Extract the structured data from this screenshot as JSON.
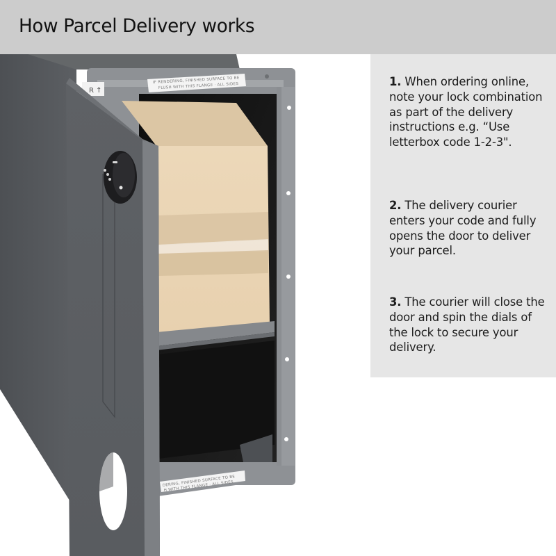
{
  "header": {
    "title": "How Parcel Delivery works"
  },
  "product_image": {
    "subject": "Parcel letterbox with open door, combination lock and cardboard parcel inside",
    "top_label": {
      "line1": "IF RENDERING, FINISHED SURFACE TO BE",
      "line2": "FLUSH WITH THIS FLANGE · ALL SIDES"
    },
    "side_label": "R ↑",
    "bottom_label": {
      "line1": "DERING, FINISHED SURFACE TO BE",
      "line2": "H WITH THIS FLANGE · ALL SIDES"
    },
    "colors": {
      "body": "#55585c",
      "door": "#5b5e62",
      "flange": "#8e9195",
      "interior": "#141414",
      "parcel": "#e9d3b3",
      "tape": "#d7c0a0"
    }
  },
  "steps": [
    {
      "number": "1.",
      "text": "When ordering online, note your lock combination as part of the delivery instructions e.g. “Use letterbox code 1-2-3\"."
    },
    {
      "number": "2.",
      "text": "The delivery courier enters your code and fully opens the door to deliver your parcel."
    },
    {
      "number": "3.",
      "text": "The courier will close the door and spin the dials of the lock to secure your delivery."
    }
  ],
  "colors": {
    "header_bg": "#cccccc",
    "panel_bg": "#e6e6e6",
    "text": "#1c1c1c"
  }
}
